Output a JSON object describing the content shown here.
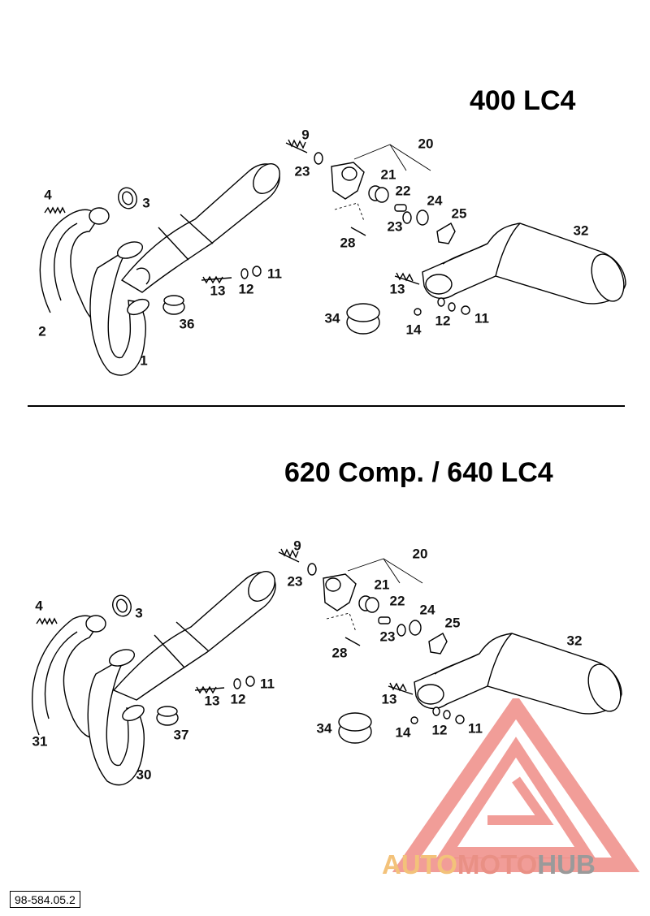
{
  "sections": [
    {
      "title": "400 LC4",
      "labels": [
        "9",
        "20",
        "23",
        "21",
        "22",
        "24",
        "23",
        "25",
        "28",
        "32",
        "4",
        "3",
        "13",
        "12",
        "11",
        "13",
        "34",
        "14",
        "12",
        "11",
        "2",
        "36",
        "1"
      ]
    },
    {
      "title": "620 Comp. / 640 LC4",
      "labels": [
        "9",
        "20",
        "23",
        "21",
        "22",
        "24",
        "23",
        "25",
        "28",
        "32",
        "4",
        "3",
        "13",
        "12",
        "11",
        "13",
        "34",
        "14",
        "12",
        "11",
        "31",
        "37",
        "30"
      ]
    }
  ],
  "document_number": "98-584.05.2",
  "watermark": {
    "brand_part1": "AUTO",
    "brand_part2": "MOTO",
    "brand_part3": "HUB",
    "colors": {
      "auto": "#f3c27a",
      "moto": "#e99085",
      "hub": "#9a9a9a",
      "logo": "#ef8c86"
    }
  }
}
